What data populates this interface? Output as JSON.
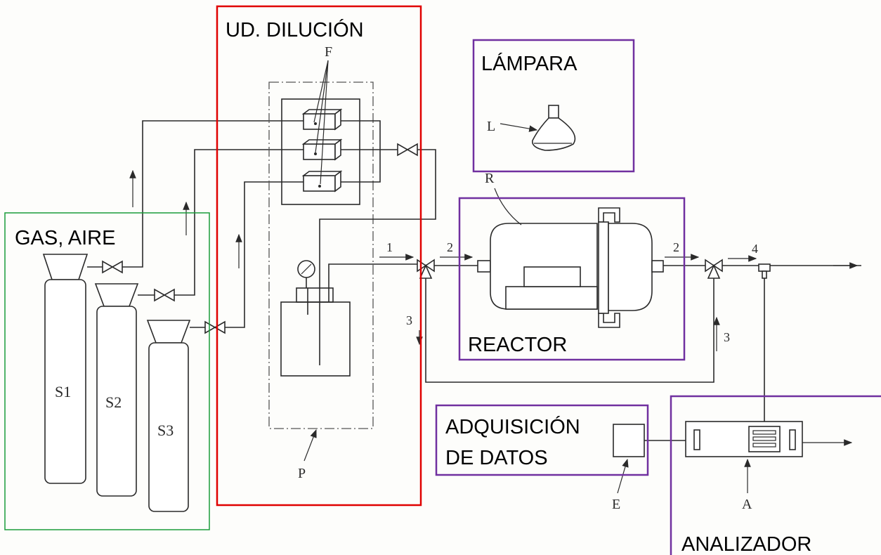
{
  "colors": {
    "gas_box": "#1a9c3a",
    "dilution_box": "#e00000",
    "device_box": "#7030a0",
    "ink": "#2a2a2a"
  },
  "boxes": {
    "gas": "GAS, AIRE",
    "dilution": "UD. DILUCIÓN",
    "lamp": "LÁMPARA",
    "reactor": "REACTOR",
    "data_line1": "ADQUISICIÓN",
    "data_line2": "DE DATOS",
    "analyzer": "ANALIZADOR"
  },
  "labels": {
    "F": "F",
    "L": "L",
    "R": "R",
    "P": "P",
    "E": "E",
    "A": "A",
    "S1": "S1",
    "S2": "S2",
    "S3": "S3",
    "n1": "1",
    "n2a": "2",
    "n2b": "2",
    "n3a": "3",
    "n3b": "3",
    "n4": "4"
  }
}
